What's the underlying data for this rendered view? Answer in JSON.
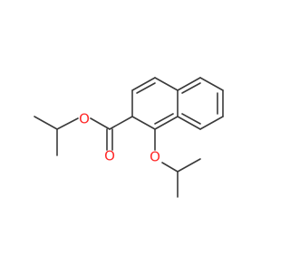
{
  "molecule": {
    "atoms": [
      {
        "id": "o_ester",
        "label": "O",
        "color": "#ff2a2a"
      },
      {
        "id": "o_carbonyl",
        "label": "O",
        "color": "#ff2a2a"
      },
      {
        "id": "o_ether",
        "label": "O",
        "color": "#ff2a2a"
      }
    ],
    "bond_color": "#3a3a3a"
  }
}
